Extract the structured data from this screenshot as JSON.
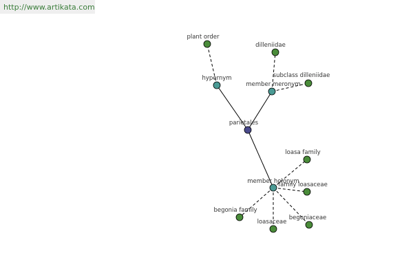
{
  "url": "http://www.artikata.com",
  "colors": {
    "root_node": "#4a4a8c",
    "relation_node": "#4a9a94",
    "leaf_node": "#4a8c3a"
  },
  "nodes": {
    "parietales": "parietales",
    "hypernym": "hypernym",
    "member_meronym": "member meronym",
    "member_holonym": "member holonym",
    "plant_order": "plant order",
    "dilleniidae": "dilleniidae",
    "subclass_dilleniidae": "subclass dilleniidae",
    "loasa_family": "loasa family",
    "family_loasaceae": "family loasaceae",
    "begonia_family": "begonia family",
    "loasaceae": "loasaceae",
    "begoniaceae": "begoniaceae"
  }
}
